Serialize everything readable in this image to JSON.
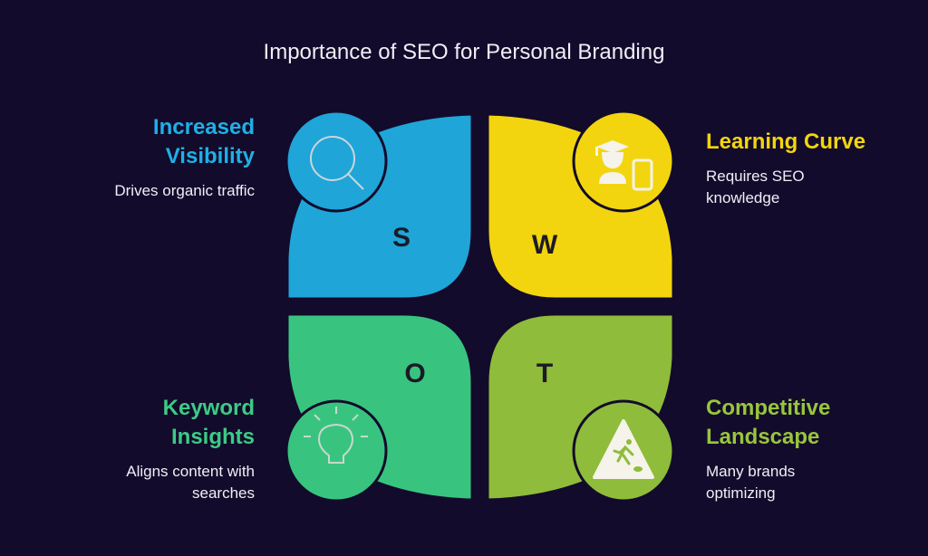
{
  "title": "Importance of SEO for Personal Branding",
  "colors": {
    "background": "#130b2b",
    "strength": "#1fa5d8",
    "weakness": "#f2d50f",
    "opportunity": "#38c47f",
    "threat": "#8fbc3a"
  },
  "quadrants": [
    {
      "letter": "S",
      "heading_lines": [
        "Increased",
        "Visibility"
      ],
      "description_lines": [
        "Drives organic traffic"
      ],
      "icon": "magnifier-icon"
    },
    {
      "letter": "W",
      "heading_lines": [
        "Learning Curve"
      ],
      "description_lines": [
        "Requires SEO",
        "knowledge"
      ],
      "icon": "student-phone-icon"
    },
    {
      "letter": "O",
      "heading_lines": [
        "Keyword",
        "Insights"
      ],
      "description_lines": [
        "Aligns content with",
        "searches"
      ],
      "icon": "lightbulb-icon"
    },
    {
      "letter": "T",
      "heading_lines": [
        "Competitive",
        "Landscape"
      ],
      "description_lines": [
        "Many brands",
        "optimizing"
      ],
      "icon": "warning-slip-icon"
    }
  ]
}
